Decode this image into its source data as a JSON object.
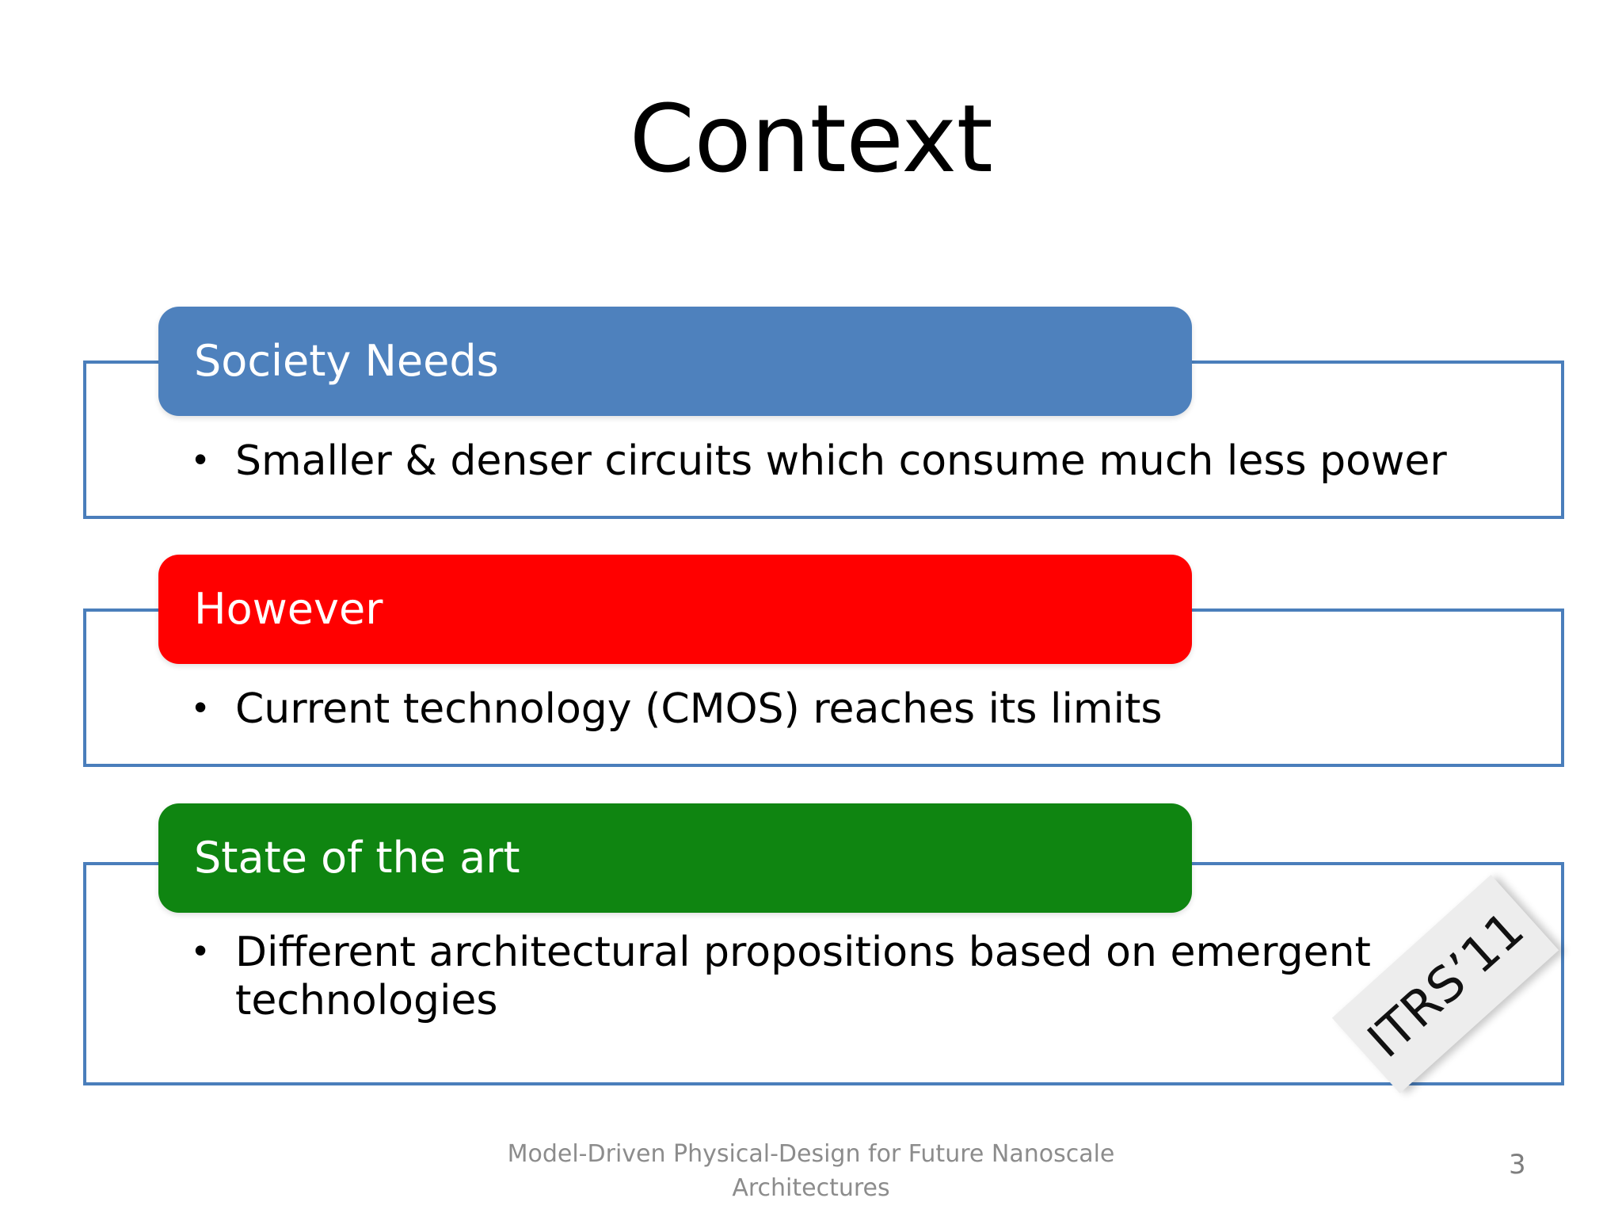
{
  "slide": {
    "title": "Context",
    "page_number": "3",
    "footer": "Model-Driven Physical-Design for Future Nanoscale Architectures",
    "colors": {
      "frame_border": "#4A7EBB",
      "society_header": "#4E81BD",
      "however_header": "#FF0000",
      "state_header": "#0F8511",
      "tag_background": "#EDEDED",
      "header_text": "#FFFFFF",
      "body_text": "#000000",
      "footer_text": "#8C8C8C"
    }
  },
  "blocks": [
    {
      "header": "Society Needs",
      "bullet_marker": "•",
      "bullet": "Smaller & denser circuits which consume much less power"
    },
    {
      "header": "However",
      "bullet_marker": "•",
      "bullet": "Current technology (CMOS) reaches its limits"
    },
    {
      "header": "State of the art",
      "bullet_marker": "•",
      "bullet": "Different architectural propositions based on emergent technologies"
    }
  ],
  "annotation": {
    "label": "ITRS’11"
  }
}
